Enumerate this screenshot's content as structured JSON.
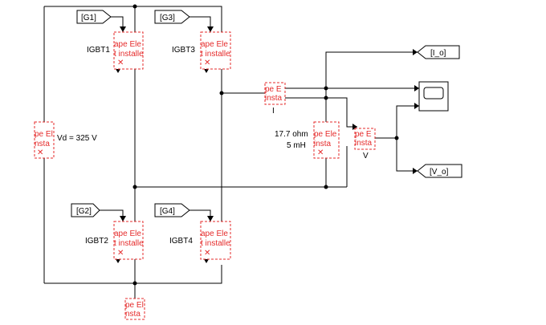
{
  "goto_tags": {
    "g1": "[G1]",
    "g2": "[G2]",
    "g3": "[G3]",
    "g4": "[G4]",
    "i_o": "[I_o]",
    "v_o": "[V_o]"
  },
  "labels": {
    "igbt1": "IGBT1",
    "igbt2": "IGBT2",
    "igbt3": "IGBT3",
    "igbt4": "IGBT4",
    "vd": "Vd = 325 V",
    "load_r": "17.7 ohm",
    "load_l": "5 mH",
    "current_meas": "I",
    "voltage_meas": "V"
  },
  "missing_element_text": {
    "line1_wide": "ape Ele",
    "line2_wide": "t installe",
    "line1_short": "pe E",
    "line2_short": "insta",
    "line1_mid": "pe Ele",
    "line2_mid": "insta",
    "line1_tiny": "pe El",
    "line2_tiny": "nsta"
  },
  "colors": {
    "missing_block": "#e52b2b",
    "wire": "#000000",
    "background": "#ffffff"
  }
}
